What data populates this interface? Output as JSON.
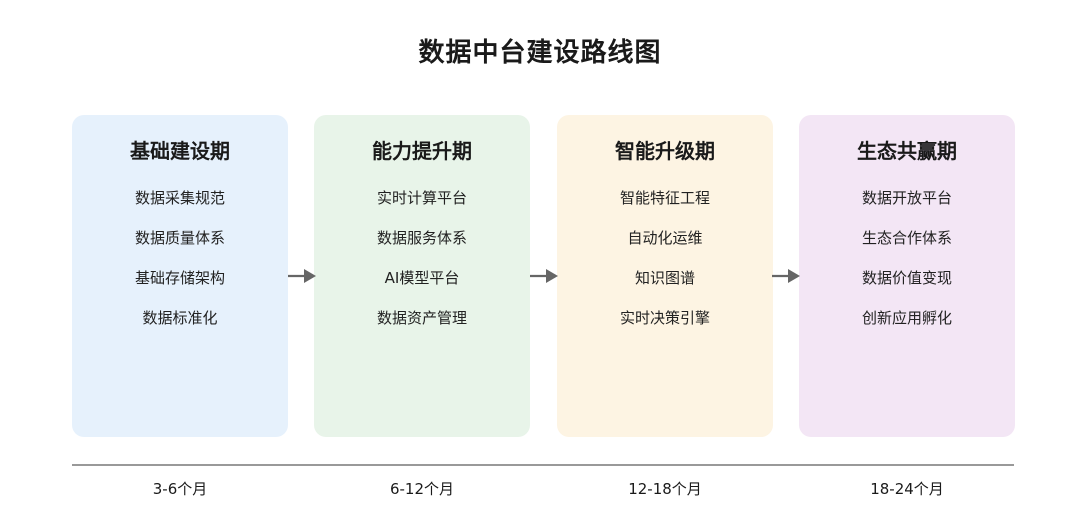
{
  "title": "数据中台建设路线图",
  "phases": [
    {
      "name": "基础建设期",
      "color": "#E6F1FC",
      "items": [
        "数据采集规范",
        "数据质量体系",
        "基础存储架构",
        "数据标准化"
      ],
      "period": "3-6个月"
    },
    {
      "name": "能力提升期",
      "color": "#E8F4E9",
      "items": [
        "实时计算平台",
        "数据服务体系",
        "AI模型平台",
        "数据资产管理"
      ],
      "period": "6-12个月"
    },
    {
      "name": "智能升级期",
      "color": "#FDF4E3",
      "items": [
        "智能特征工程",
        "自动化运维",
        "知识图谱",
        "实时决策引擎"
      ],
      "period": "12-18个月"
    },
    {
      "name": "生态共赢期",
      "color": "#F3E6F5",
      "items": [
        "数据开放平台",
        "生态合作体系",
        "数据价值变现",
        "创新应用孵化"
      ],
      "period": "18-24个月"
    }
  ],
  "arrow_color": "#666666",
  "timeline_color": "#999999"
}
